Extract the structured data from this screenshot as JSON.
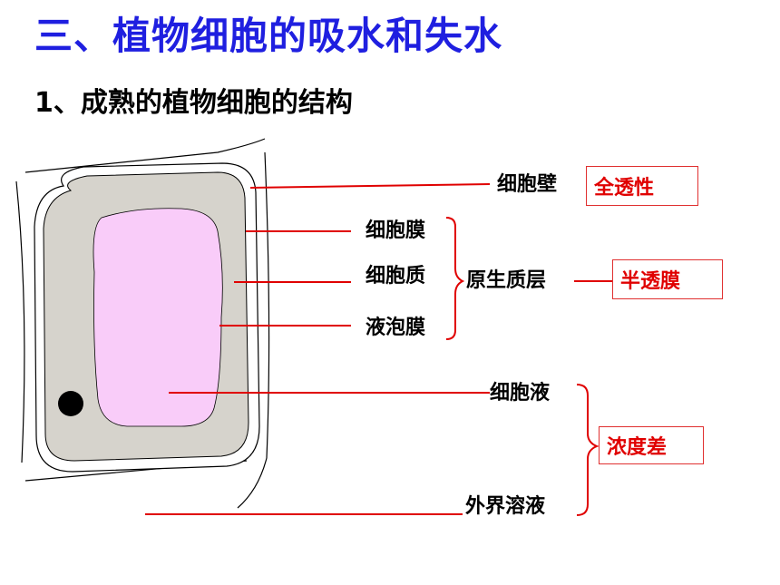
{
  "title": "三、植物细胞的吸水和失水",
  "subtitle": "1、成熟的植物细胞的结构",
  "labels": {
    "cell_wall": "细胞壁",
    "cell_membrane": "细胞膜",
    "cytoplasm": "细胞质",
    "vacuole_membrane": "液泡膜",
    "protoplast_layer": "原生质层",
    "cell_sap": "细胞液",
    "external_solution": "外界溶液"
  },
  "boxes": {
    "fully_permeable": "全透性",
    "semi_permeable": "半透膜",
    "concentration_difference": "浓度差"
  },
  "colors": {
    "title": "#1f1fe0",
    "accent_red": "#e00000",
    "cytoplasm_fill": "#d6d3cc",
    "vacuole_fill": "#f9ccf9"
  }
}
